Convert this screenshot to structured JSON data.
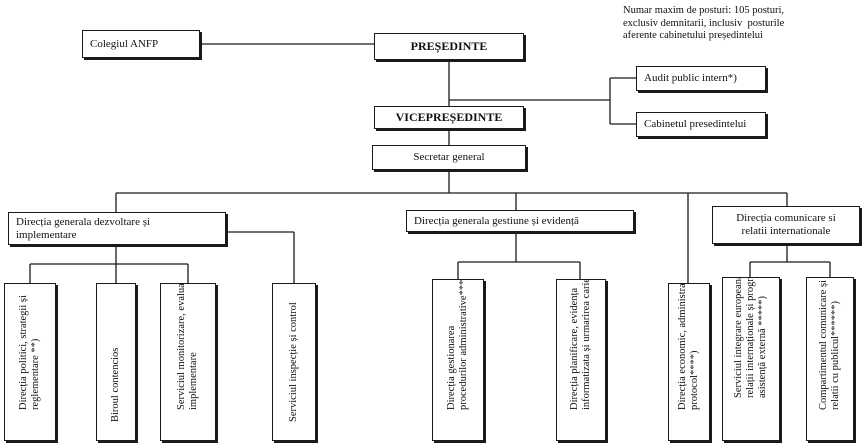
{
  "note": "Numar maxim de posturi: 105 posturi,\nexclusiv demnitarii, inclusiv  posturile\naferente cabinetului președintelui",
  "nodes": {
    "colegiu": "Colegiul ANFP",
    "presedinte": "PREȘEDINTE",
    "audit": "Audit public intern*)",
    "cabinet": "Cabinetul presedintelui",
    "vicepresedinte": "VICEPREȘEDINTE",
    "secretar": "Secretar general",
    "dir_dezvoltare": "Direcția generala dezvoltare și\nimplementare",
    "dir_gestiune": "Direcția  generala gestiune și evidență",
    "dir_comunicare": "Direcția comunicare si\nrelatii internationale"
  },
  "leaves": {
    "politici": "Direcția politici, strategii și\nreglementare **)",
    "contencios": "Biroul contencios",
    "monitorizare": "Serviciul monitorizare, evaluare și\nimplementare",
    "inspectie": "Serviciul inspecție și control",
    "gestionarea": "Direcția gestionarea\nprocedurilor administrative***)",
    "planificare": "Direcția planificare, evidența\ninformatizata și urmarirea carierei",
    "economic": "Direcția economic, administrativ și\nprotocol****)",
    "integrare": "Serviciul integrare europeană,\nrelații internaționale și programe cu\nasistență externă *****)",
    "compartiment": "Compartimentul comunicare și\nrelatii cu publicul******)"
  }
}
